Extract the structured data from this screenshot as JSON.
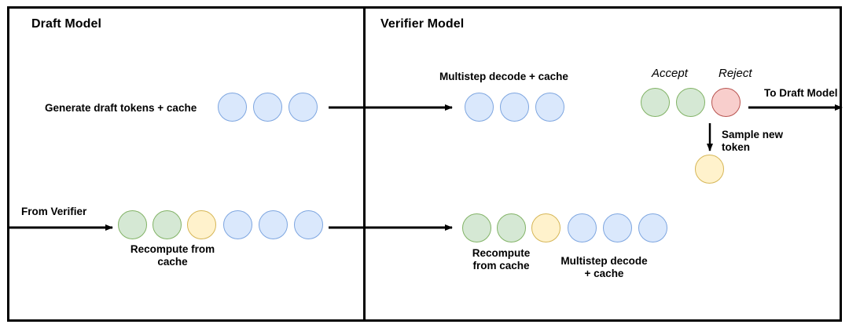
{
  "diagram": {
    "title_draft": "Draft Model",
    "title_verifier": "Verifier Model",
    "labels": {
      "generate_draft": "Generate draft tokens + cache",
      "multistep_top": "Multistep decode + cache",
      "accept": "Accept",
      "reject": "Reject",
      "to_draft_model": "To Draft Model",
      "sample_new_token": "Sample new token",
      "from_verifier": "From Verifier",
      "recompute_bottom_left": "Recompute from cache",
      "recompute_bottom_right": "Recompute from cache",
      "multistep_bottom_right": "Multistep decode + cache"
    },
    "colors": {
      "blue_fill": "#dae8fc",
      "blue_stroke": "#7ea6e0",
      "green_fill": "#d5e8d4",
      "green_stroke": "#82b366",
      "yellow_fill": "#fff2cc",
      "yellow_stroke": "#d6b656",
      "red_fill": "#f8cecc",
      "red_stroke": "#b85450",
      "line": "#000000",
      "background": "#ffffff"
    },
    "token_rows": {
      "draft_top": [
        "blue",
        "blue",
        "blue"
      ],
      "draft_bottom": [
        "green",
        "green",
        "yellow",
        "blue",
        "blue",
        "blue"
      ],
      "verifier_top": [
        "blue",
        "blue",
        "blue"
      ],
      "verifier_accept_reject": [
        "green",
        "green",
        "red"
      ],
      "verifier_sampled": [
        "yellow"
      ],
      "verifier_bottom": [
        "green",
        "green",
        "yellow",
        "blue",
        "blue",
        "blue"
      ]
    }
  }
}
